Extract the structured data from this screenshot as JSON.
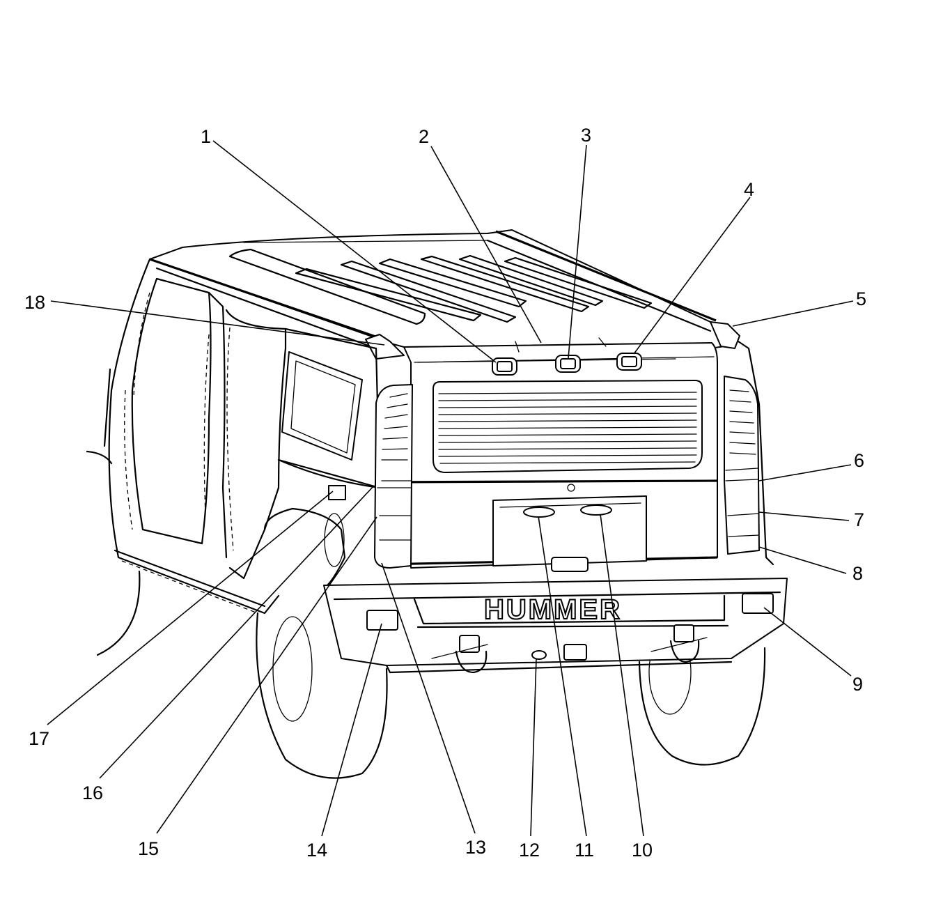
{
  "diagram": {
    "badge_text": "HUMMER",
    "callouts": [
      "1",
      "2",
      "3",
      "4",
      "5",
      "6",
      "7",
      "8",
      "9",
      "10",
      "11",
      "12",
      "13",
      "14",
      "15",
      "16",
      "17",
      "18"
    ]
  }
}
